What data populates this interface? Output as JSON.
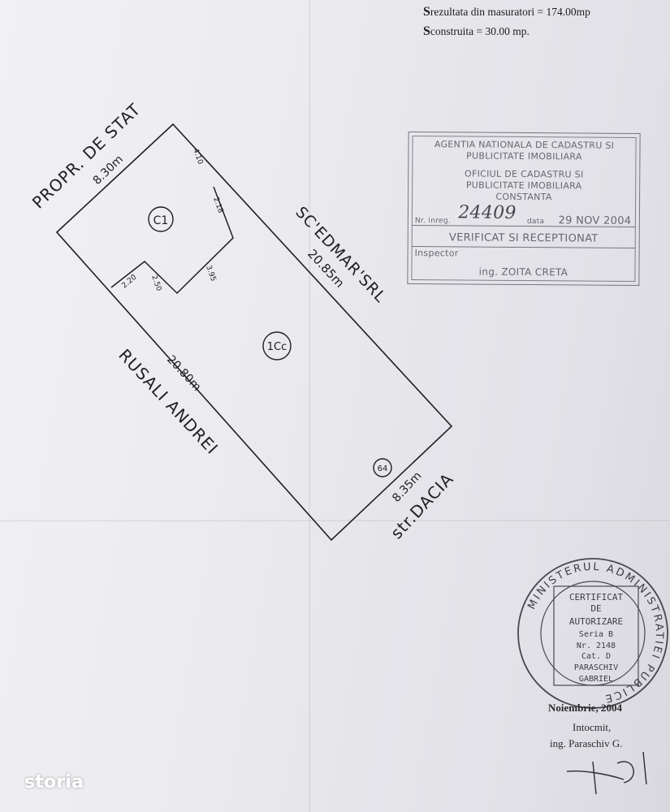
{
  "header": {
    "area_measured_prefix": "S",
    "area_measured_rest": "rezultata din masuratori = 174.00mp",
    "area_built_prefix": "S",
    "area_built_rest": "construita = 30.00 mp."
  },
  "plan": {
    "north_neighbor": "PROPR. DE STAT",
    "east_neighbor": "SC'EDMAR'SRL",
    "west_neighbor": "RUSALI ANDREI",
    "street": "str.DACIA",
    "dim_north": "8.30m",
    "dim_east": "20.85m",
    "dim_west": "20.80m",
    "dim_south": "8.35m",
    "dim_410": "4.10",
    "dim_218": "2.18",
    "dim_395": "3.95",
    "dim_220": "2.20",
    "dim_250": "2.50",
    "label_c1": "C1",
    "label_1cc": "1Cc",
    "label_64": "64"
  },
  "cadastre_stamp": {
    "line1": "AGENTIA NATIONALA DE CADASTRU SI",
    "line2": "PUBLICITATE IMOBILIARA",
    "line3": "OFICIUL DE CADASTRU SI",
    "line4": "PUBLICITATE IMOBILIARA",
    "line5": "CONSTANTA",
    "nr_label": "Nr. inreg.",
    "nr_value": "24409",
    "data_label": "data",
    "data_value": "29 NOV 2004",
    "verified": "VERIFICAT SI RECEPTIONAT",
    "inspector_label": "Inspector",
    "inspector_name": "ing. ZOITA CRETA"
  },
  "authorization_stamp": {
    "ring_text": "MINISTERUL ADMINISTRATIEI PUBLICE",
    "line1": "CERTIFICAT",
    "line2": "DE",
    "line3": "AUTORIZARE",
    "line4": "Seria B",
    "line5": "Nr. 2148",
    "line6": "Cat. D",
    "line7": "PARASCHIV",
    "line8": "GABRIEL"
  },
  "footer": {
    "date": "Noiembrie, 2004",
    "drafted": "Intocmit,",
    "engineer": "ing. Paraschiv G."
  },
  "watermark": {
    "logo_text": "storia"
  }
}
